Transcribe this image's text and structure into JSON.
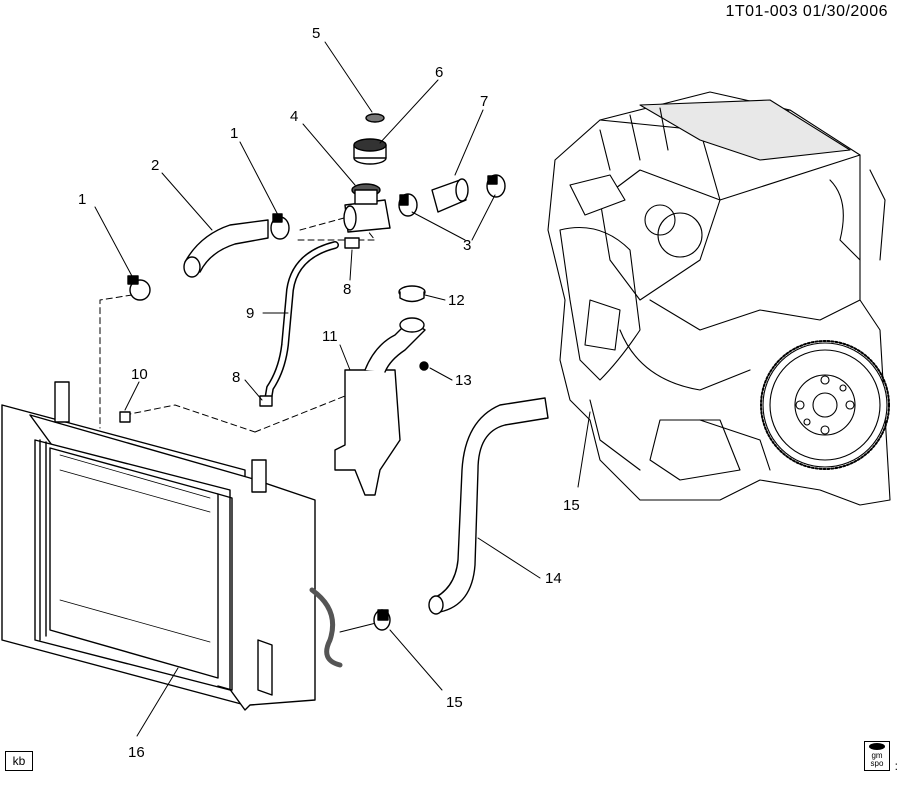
{
  "header": {
    "code": "1T01-003  01/30/2006"
  },
  "footer": {
    "left_tag": "kb",
    "badge_line1": "gm",
    "badge_line2": "spo",
    "corner_mark": ":"
  },
  "callouts": [
    {
      "id": "c1a",
      "text": "1"
    },
    {
      "id": "c1b",
      "text": "1"
    },
    {
      "id": "c2",
      "text": "2"
    },
    {
      "id": "c3",
      "text": "3"
    },
    {
      "id": "c4",
      "text": "4"
    },
    {
      "id": "c5",
      "text": "5"
    },
    {
      "id": "c6",
      "text": "6"
    },
    {
      "id": "c7",
      "text": "7"
    },
    {
      "id": "c8a",
      "text": "8"
    },
    {
      "id": "c8b",
      "text": "8"
    },
    {
      "id": "c9",
      "text": "9"
    },
    {
      "id": "c10",
      "text": "10"
    },
    {
      "id": "c11",
      "text": "11"
    },
    {
      "id": "c12",
      "text": "12"
    },
    {
      "id": "c13",
      "text": "13"
    },
    {
      "id": "c14",
      "text": "14"
    },
    {
      "id": "c15a",
      "text": "15"
    },
    {
      "id": "c15b",
      "text": "15"
    },
    {
      "id": "c16",
      "text": "16"
    }
  ]
}
